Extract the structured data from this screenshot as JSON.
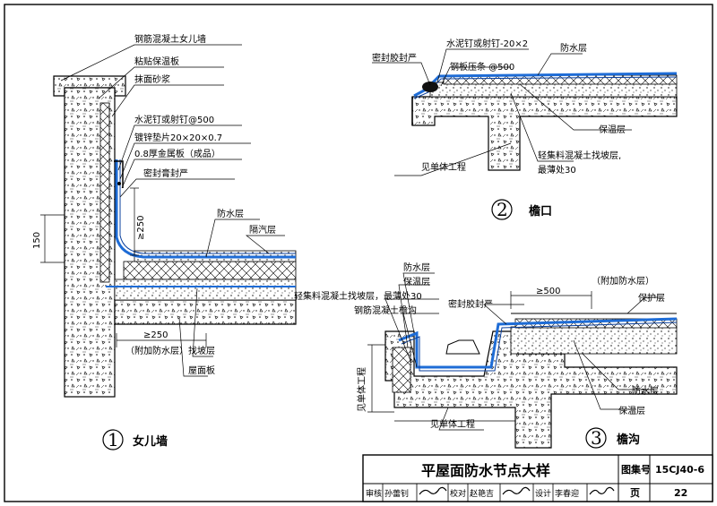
{
  "detail1": {
    "num": "1",
    "caption": "女儿墙",
    "labels": {
      "parapet": "钢筋混凝土女儿墙",
      "insulation_board": "粘贴保温板",
      "plaster": "抹面砂浆",
      "nail": "水泥钉或射钉@500",
      "washer": "镀锌垫片20×20×0.7",
      "metal_plate": "0.8厚金属板（成品）",
      "sealant": "密封膏封严",
      "waterproof": "防水层",
      "vapor": "隔汽层",
      "slope": "找坡层",
      "slab": "屋面板"
    },
    "dims": {
      "min_250_up": "≥250",
      "height_150": "150",
      "min_250_h": "≥250",
      "extra_wp": "（附加防水层）"
    }
  },
  "detail2": {
    "num": "2",
    "caption": "檐口",
    "labels": {
      "sealant": "密封胶封严",
      "nail": "水泥钉或射钉-20×2",
      "strip": "钢板压条 @500",
      "waterproof": "防水层",
      "insulation": "保温层",
      "slope_concrete": "轻集料混凝土找坡层,",
      "thinnest": "最薄处30",
      "see_project": "见单体工程"
    }
  },
  "detail3": {
    "num": "3",
    "caption": "檐沟",
    "labels": {
      "waterproof_top": "防水层",
      "insulation_top": "保温层",
      "slope_concrete": "轻集料混凝土找坡层，最薄处30",
      "gutter": "钢筋混凝土檐沟",
      "sealant": "密封胶封严",
      "min_500": "≥500",
      "extra_wp": "（附加防水层）",
      "protect": "保护层",
      "waterproof": "防水层",
      "insulation": "保温层",
      "see_project": "见单体工程",
      "see_project_v": "见单体工程"
    }
  },
  "title_block": {
    "title": "平屋面防水节点大样",
    "atlas_label": "图集号",
    "atlas_no": "15CJ40-6",
    "review_label": "审核",
    "reviewer": "孙蕾钊",
    "check_label": "校对",
    "checker": "赵艳吉",
    "design_label": "设计",
    "designer": "李春迎",
    "page_label": "页",
    "page_no": "22"
  },
  "colors": {
    "membrane": "#1e6cd6",
    "line": "#000000"
  }
}
